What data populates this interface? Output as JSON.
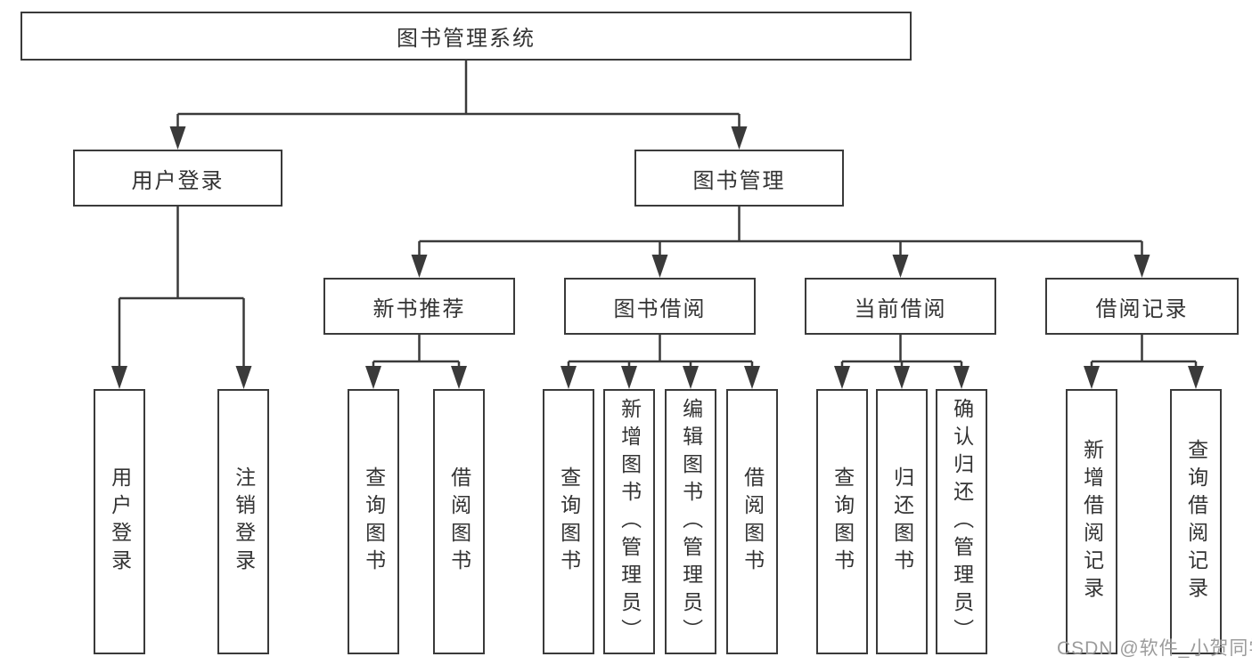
{
  "colors": {
    "line": "#3a3a3a",
    "node_border": "#3a3a3a",
    "node_text": "#333333",
    "background": "#ffffff",
    "watermark_text": "#9b9b9b"
  },
  "tree": {
    "root": "图书管理系统",
    "user_login": {
      "label": "用户登录",
      "children": [
        "用户登录",
        "注销登录"
      ]
    },
    "book_management": {
      "label": "图书管理",
      "sections": [
        {
          "label": "新书推荐",
          "children": [
            "查询图书",
            "借阅图书"
          ]
        },
        {
          "label": "图书借阅",
          "children": [
            "查询图书",
            "新增图书（管理员）",
            "编辑图书（管理员）",
            "借阅图书"
          ]
        },
        {
          "label": "当前借阅",
          "children": [
            "查询图书",
            "归还图书",
            "确认归还（管理员）"
          ]
        },
        {
          "label": "借阅记录",
          "children": [
            "新增借阅记录",
            "查询借阅记录"
          ]
        }
      ]
    }
  },
  "watermark": "CSDN @软件_小贺同学"
}
